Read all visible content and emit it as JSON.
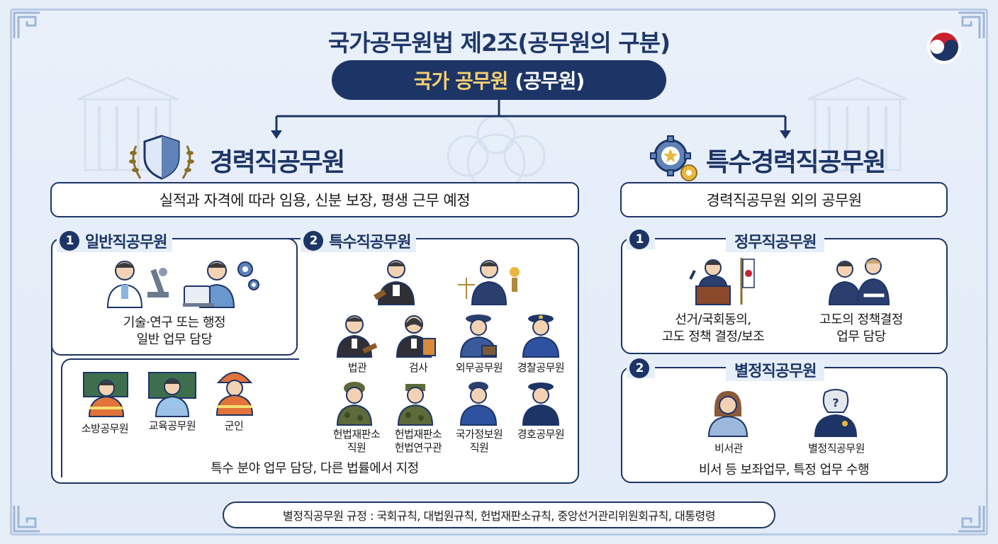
{
  "title": "국가공무원법 제2조(공무원의 구분)",
  "top": {
    "gold": "국가 공무원",
    "rest": "(공무원)"
  },
  "career": {
    "title": "경력직공무원",
    "desc": "실적과 자격에 따라 임용, 신분 보장, 평생 근무 예정",
    "general": {
      "num": "1",
      "label": "일반직공무원",
      "caption_line1": "기술·연구 또는 행정",
      "caption_line2": "일반 업무 담당"
    },
    "special": {
      "num": "2",
      "label": "특수직공무원",
      "items": [
        {
          "l1": "법관",
          "l2": ""
        },
        {
          "l1": "검사",
          "l2": ""
        },
        {
          "l1": "외무공무원",
          "l2": ""
        },
        {
          "l1": "경찰공무원",
          "l2": ""
        },
        {
          "l1": "헌법재판소",
          "l2": "직원"
        },
        {
          "l1": "헌법재판소",
          "l2": "헌법연구관"
        },
        {
          "l1": "국가정보원",
          "l2": "직원"
        },
        {
          "l1": "경호공무원",
          "l2": ""
        }
      ],
      "bottom_items": [
        "소방공무원",
        "교육공무원",
        "군인"
      ],
      "caption": "특수 분야 업무 담당, 다른 법률에서 지정"
    }
  },
  "special_career": {
    "title": "특수경력직공무원",
    "desc": "경력직공무원 외의 공무원",
    "political": {
      "num": "1",
      "label": "정무직공무원",
      "left_l1": "선거/국회동의,",
      "left_l2": "고도 정책 결정/보조",
      "right_l1": "고도의 정책결정",
      "right_l2": "업무 담당"
    },
    "separate": {
      "num": "2",
      "label": "별정직공무원",
      "left": "비서관",
      "right": "별정직공무원",
      "caption": "비서 등 보좌업무, 특정 업무 수행"
    }
  },
  "footer": "별정직공무원 규정 : 국회규칙, 대법원규칙, 헌법재판소규칙, 중앙선거관리위원회규칙, 대통령령",
  "colors": {
    "navy": "#1d3566",
    "gold": "#f4cf72",
    "bg": "#e6eef8"
  }
}
